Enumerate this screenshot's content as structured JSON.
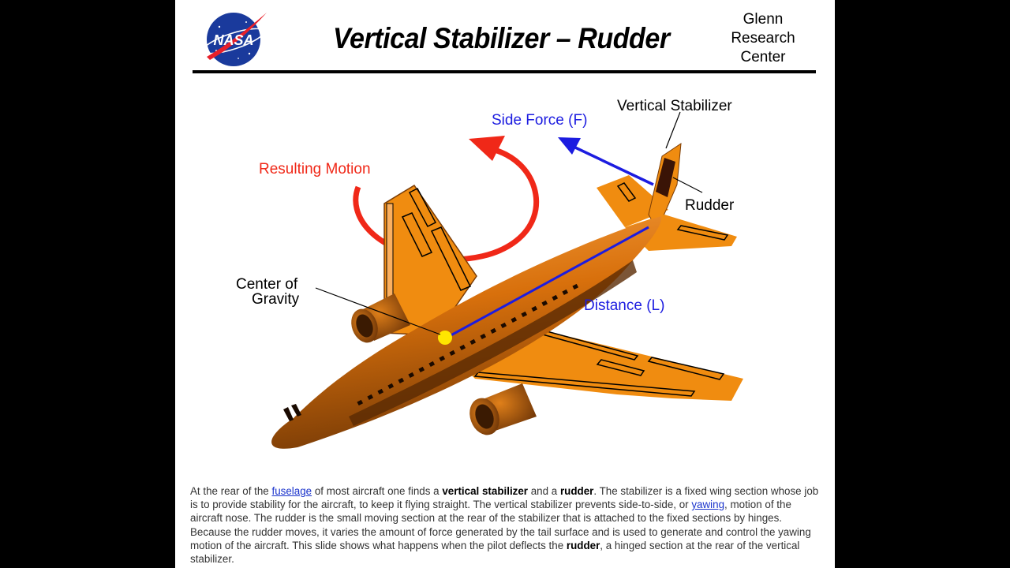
{
  "header": {
    "logo_text": "NASA",
    "title": "Vertical  Stabilizer – Rudder",
    "center_lines": [
      "Glenn",
      "Research",
      "Center"
    ]
  },
  "diagram": {
    "labels": {
      "side_force": "Side  Force (F)",
      "vertical_stabilizer": "Vertical  Stabilizer",
      "resulting_motion": "Resulting  Motion",
      "rudder": "Rudder",
      "center_of_gravity_1": "Center  of",
      "center_of_gravity_2": "Gravity",
      "distance": "Distance (L)"
    },
    "colors": {
      "aircraft": "#f08c10",
      "aircraft_dark": "#8a4a08",
      "side_force": "#1c1ce0",
      "resulting_motion": "#f02818",
      "center_of_gravity": "#ffe600"
    }
  },
  "description": {
    "s1_a": "At the rear of the ",
    "s1_link": "fuselage",
    "s1_b": " of most aircraft one finds a ",
    "s1_bold1": "vertical stabilizer",
    "s1_c": " and a ",
    "s1_bold2": "rudder",
    "s1_d": ". The stabilizer is a fixed wing section whose job is to provide stability for the aircraft, to keep it flying straight. The vertical stabilizer prevents side-to-side, or ",
    "s1_link2": "yawing",
    "s1_e": ", motion of the aircraft nose. The rudder is the small moving section at the rear of the stabilizer that is attached to the fixed sections by hinges. Because the rudder moves, it varies the amount of force generated by the tail surface and is used to generate and control the yawing motion of the aircraft. This slide shows what happens when the pilot deflects the ",
    "s1_bold3": "rudder",
    "s1_f": ", a hinged section at the rear of the vertical stabilizer."
  }
}
